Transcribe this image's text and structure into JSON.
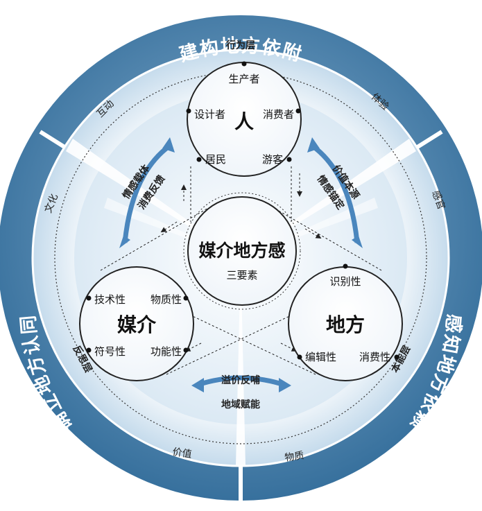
{
  "outer_ring": {
    "top": "建构地方依附",
    "left": "确立地方认同",
    "right": "感知地方依赖"
  },
  "layers": {
    "behavior": "行为层",
    "reflection": "反思层",
    "instinct": "本能层"
  },
  "ring_labels": {
    "interaction": "互动",
    "experience": "体验",
    "culture": "文化",
    "senses": "感官",
    "value": "价值",
    "material": "物质"
  },
  "nodes": {
    "people": {
      "title": "人",
      "attrs": [
        "生产者",
        "设计者",
        "消费者",
        "居民",
        "游客"
      ]
    },
    "media": {
      "title": "媒介",
      "attrs": [
        "技术性",
        "物质性",
        "符号性",
        "功能性"
      ]
    },
    "place": {
      "title": "地方",
      "attrs": [
        "识别性",
        "编辑性",
        "消费性"
      ]
    },
    "center": {
      "title": "媒介地方感",
      "subtitle": "三要素"
    }
  },
  "relations": {
    "left_a": "情感载体",
    "left_b": "消费反馈",
    "right_a": "价值本源",
    "right_b": "情感锚定",
    "bottom_a": "溢价反哺",
    "bottom_b": "地域赋能"
  },
  "colors": {
    "ring_dark": "#3f7aa8",
    "ring_light": "#7fa8c9",
    "band": "#d7e6f2",
    "inner": "#edf4fa",
    "arrow": "#4a86bd"
  }
}
